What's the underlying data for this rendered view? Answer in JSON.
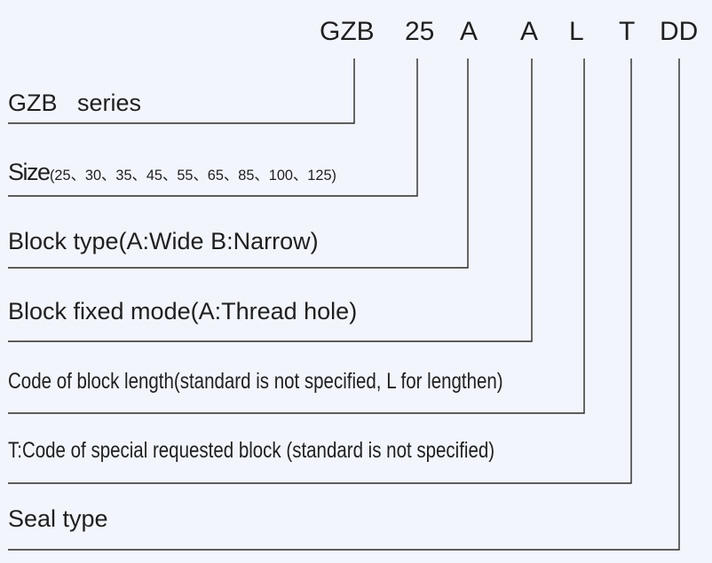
{
  "model_code": {
    "series": "GZB",
    "size": "25",
    "block_type": "A",
    "fixed_mode": "A",
    "length": "L",
    "special": "T",
    "seal": "DD"
  },
  "labels": {
    "series": "GZB   series",
    "size_main": "Size",
    "size_options": "(25、30、35、45、55、65、85、100、125)",
    "block_type": "Block type(A:Wide B:Narrow)",
    "fixed_mode": "Block fixed mode(A:Thread hole)",
    "length": "Code of block length(standard is not specified, L for lengthen)",
    "special": "T:Code of special requested block (standard is not specified)",
    "seal": "Seal type"
  },
  "colors": {
    "line": "#2a2a2a",
    "text": "#1f1f1f",
    "background": "#f2f6fc"
  }
}
